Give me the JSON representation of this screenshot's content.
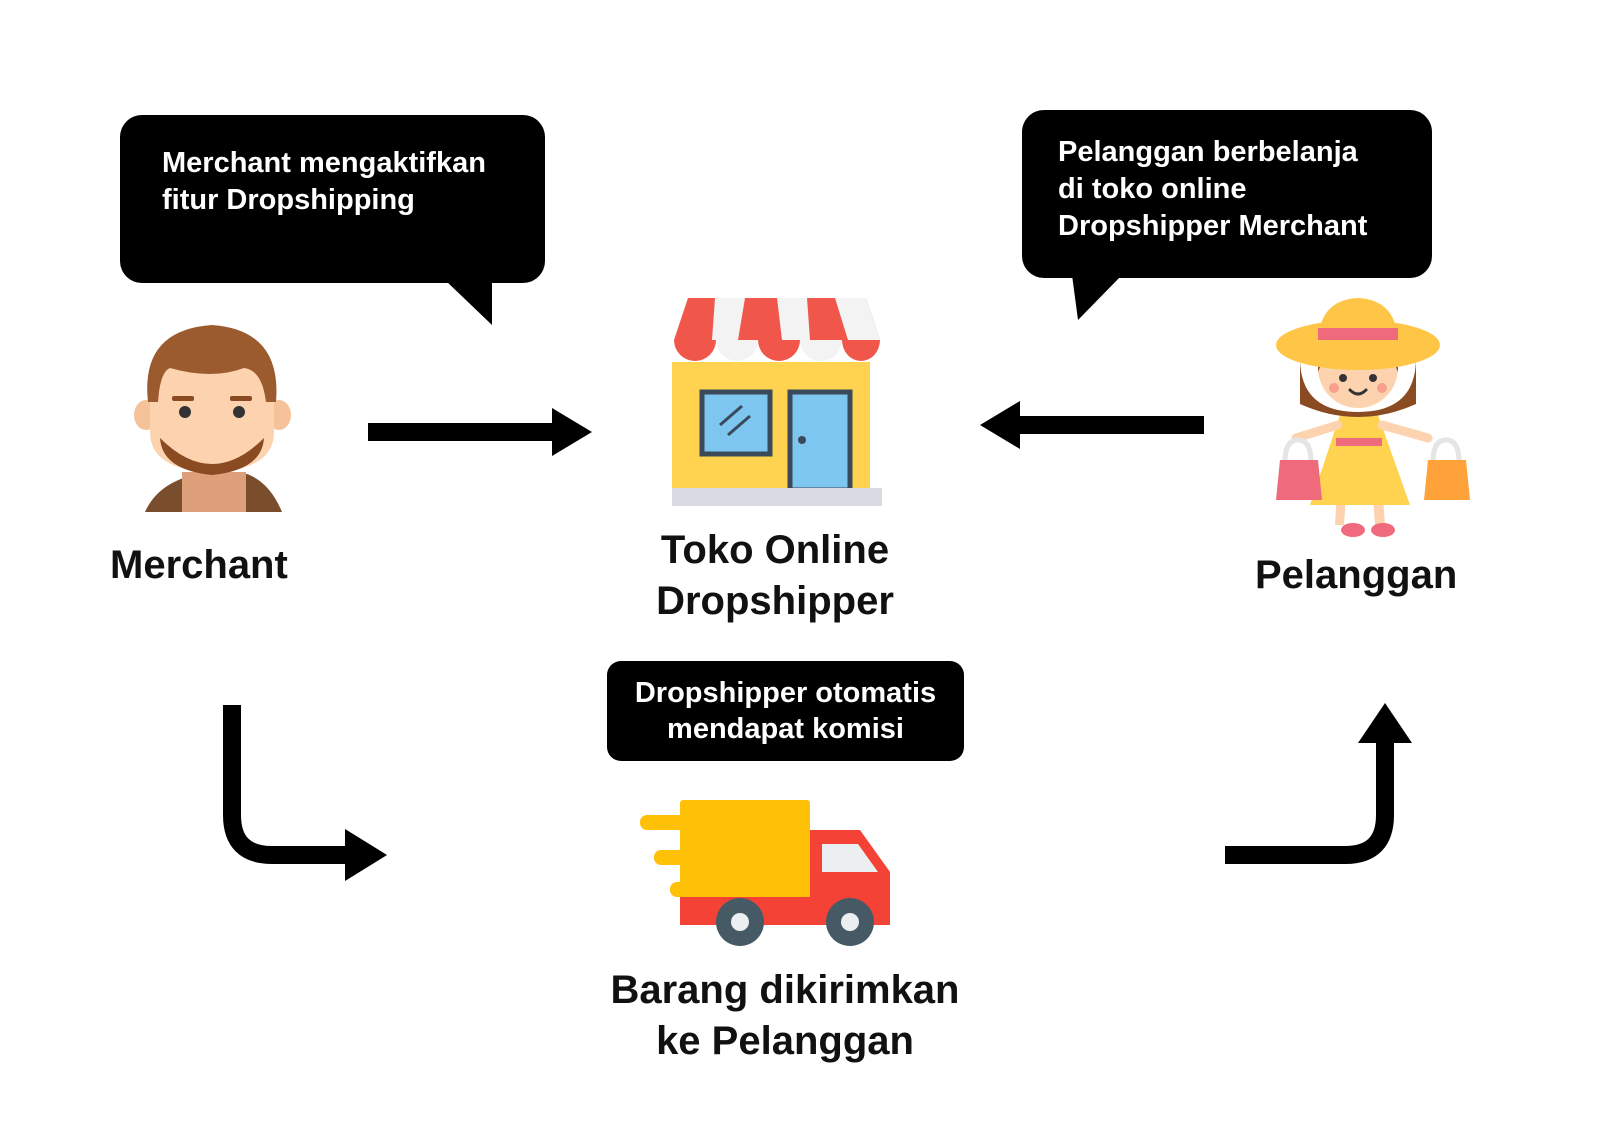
{
  "bubbles": {
    "merchant_action": [
      "Merchant mengaktifkan",
      "fitur Dropshipping"
    ],
    "customer_action": [
      "Pelanggan berbelanja",
      "di toko online",
      "Dropshipper Merchant"
    ],
    "commission": [
      "Dropshipper otomatis",
      "mendapat komisi"
    ]
  },
  "nodes": {
    "merchant": "Merchant",
    "store": [
      "Toko Online",
      "Dropshipper"
    ],
    "customer": "Pelanggan",
    "delivery": [
      "Barang dikirimkan",
      "ke Pelanggan"
    ]
  },
  "icons": {
    "merchant": "man-avatar-icon",
    "store": "shop-icon",
    "customer": "woman-shopper-icon",
    "delivery": "delivery-truck-icon"
  },
  "colors": {
    "bubble_bg": "#000000",
    "bubble_text": "#ffffff",
    "label_text": "#111111",
    "arrow": "#000000",
    "awning_red": "#F0574A",
    "store_yellow": "#FFD24F",
    "truck_red": "#F44336",
    "truck_cargo": "#FFC107"
  }
}
